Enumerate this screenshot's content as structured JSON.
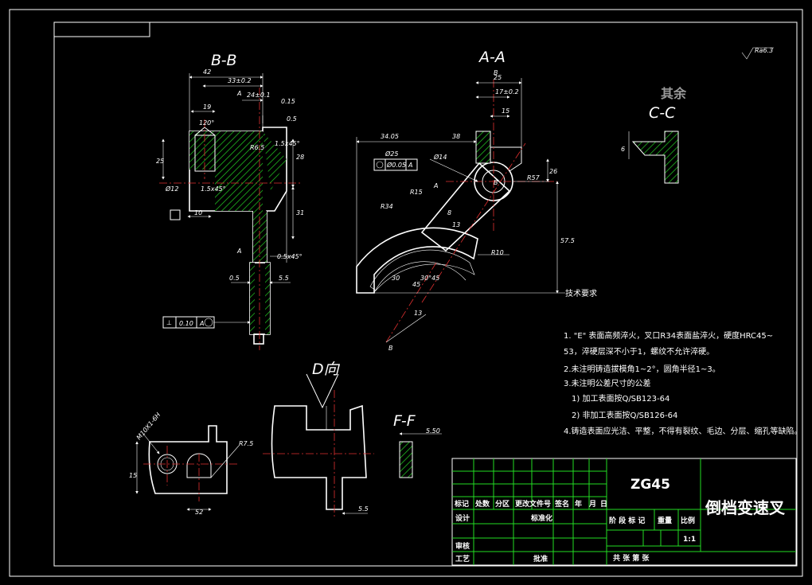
{
  "views": {
    "bb_title": "B-B",
    "aa_title": "A-A",
    "cc_title": "C-C",
    "d_title": "D向",
    "ff_title": "F-F",
    "cut_letter_b": "B",
    "cut_letter_b2": "B",
    "cut_letter_a": "A",
    "cut_letter_a2": "A"
  },
  "rest_note": "其余",
  "roughness_corner": "Ra6.3",
  "bb_dims": {
    "d42": "42",
    "d33": "33±0.2",
    "d24": "24±0.1",
    "flat": "0.15",
    "d19": "19",
    "ang120": "120°",
    "d05": "0.5",
    "r6": "R6.5",
    "c45": "1.5x45°",
    "d25": "25",
    "d28": "28",
    "d12": "Ø12",
    "c1545": "1.5x45°",
    "d10": "10",
    "d31": "31",
    "c0545": "0.5x45°",
    "d05b": "0.5",
    "d55": "5.5",
    "fcf_sym": "⊥",
    "fcf_tol": "0.10",
    "fcf_ref": "A"
  },
  "aa_dims": {
    "d25": "25",
    "d17": "17±0.2",
    "d15": "15",
    "d34": "34.05",
    "d38": "38",
    "dia25": "Ø25",
    "fcf_tol": "Ø0.05",
    "fcf_ref": "A",
    "dia14": "Ø14",
    "r15": "R15",
    "r34": "R34",
    "d8": "8",
    "d13": "13",
    "d26": "26",
    "d575": "57.5",
    "r10": "R10",
    "r57": "R57",
    "d30": "30",
    "ang": "30°45",
    "d45": "45",
    "d13b": "13"
  },
  "cc_dims": {
    "d6": "6"
  },
  "d_dims": {
    "thread": "M10X1-6H",
    "d15": "15",
    "r75": "R7.5",
    "d52": "52",
    "d55": "5.5"
  },
  "ff_dims": {
    "d550": "5.50"
  },
  "tech_req": {
    "heading": "技术要求",
    "lines": [
      "1. \"E\" 表面高频淬火，叉口R34表面盐淬火，硬度HRC45~",
      "53，淬硬层深不小于1，螺纹不允许淬硬。",
      "2.未注明铸造拔模角1~2°，圆角半径1~3。",
      "3.未注明公差尺寸的公差",
      "1) 加工表面按Q/SB123-64",
      "2) 非加工表面按Q/SB126-64",
      "4.铸造表面应光洁、平整，不得有裂纹、毛边、分层、缩孔等缺陷。"
    ]
  },
  "title_block": {
    "material": "ZG45",
    "part_name": "倒档变速叉",
    "header_cells": [
      "标记",
      "处数",
      "分区",
      "更改文件号",
      "签名",
      "年",
      "月",
      "日"
    ],
    "row_design": "设计",
    "row_standard": "标准化",
    "row_check": "审核",
    "row_process": "工艺",
    "row_approve": "批准",
    "stage_label": "阶 段 标 记",
    "weight_label": "重量",
    "scale_label": "比例",
    "scale_value": "1:1",
    "sheets": "共   张   第   张"
  }
}
